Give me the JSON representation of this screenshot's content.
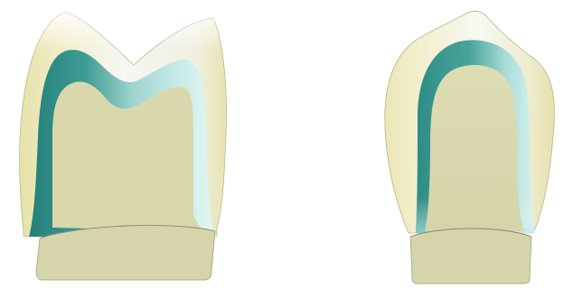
{
  "figure": {
    "panels": [
      {
        "id": "molar-crown",
        "layers": [
          "enamel-veneer",
          "opaque-layer",
          "core",
          "margin-base"
        ]
      },
      {
        "id": "anterior-crown",
        "layers": [
          "enamel-veneer",
          "opaque-layer",
          "core",
          "margin-base"
        ]
      }
    ],
    "colors": {
      "background": "#ffffff",
      "enamel_light": "#f2f6f1",
      "enamel_yellow": "#ece6b8",
      "opaque_teal": "#2e8f88",
      "opaque_light": "#bfe9e6",
      "core": "#d9d8ad",
      "base": "#d6d4ab",
      "outline": "#7f8068"
    }
  }
}
